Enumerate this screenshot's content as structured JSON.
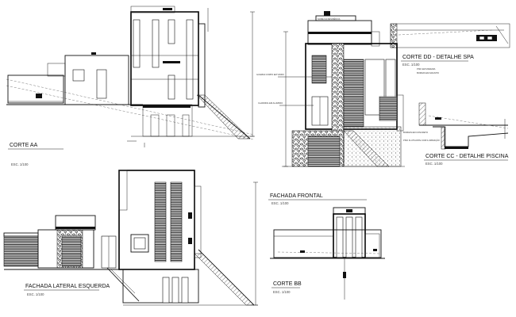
{
  "sheet": {
    "views": [
      {
        "id": "corte-aa",
        "title": "CORTE AA",
        "scale": "ESC. 1/100"
      },
      {
        "id": "corte-dd",
        "title": "CORTE DD - DETALHE SPA",
        "scale": "ESC. 1/100"
      },
      {
        "id": "corte-cc",
        "title": "CORTE CC - DETALHE PISCINA",
        "scale": "ESC. 1/100"
      },
      {
        "id": "fachada-frontal",
        "title": "FACHADA FRONTAL",
        "scale": "ESC. 1/100"
      },
      {
        "id": "fachada-lateral",
        "title": "FACHADA LATERAL ESQUERDA",
        "scale": "ESC. 1/100"
      },
      {
        "id": "corte-bb",
        "title": "CORTE BB",
        "scale": "ESC. 1/100"
      }
    ],
    "annotations": {
      "top_plaque": "NOME DA RESIDÊNCIA",
      "guard": "GUARDA CORPO EM VIDRO",
      "cladding": "CLADDING EM ALUMINIO",
      "concrete": "BORDAS EM CONCRETO",
      "floor_note": "PISO FLUTUANTE COM ILUMINAÇÃO",
      "spa_note1": "PISO EM MADEIRA",
      "spa_note2": "BORDAS EM GRANITO"
    }
  }
}
